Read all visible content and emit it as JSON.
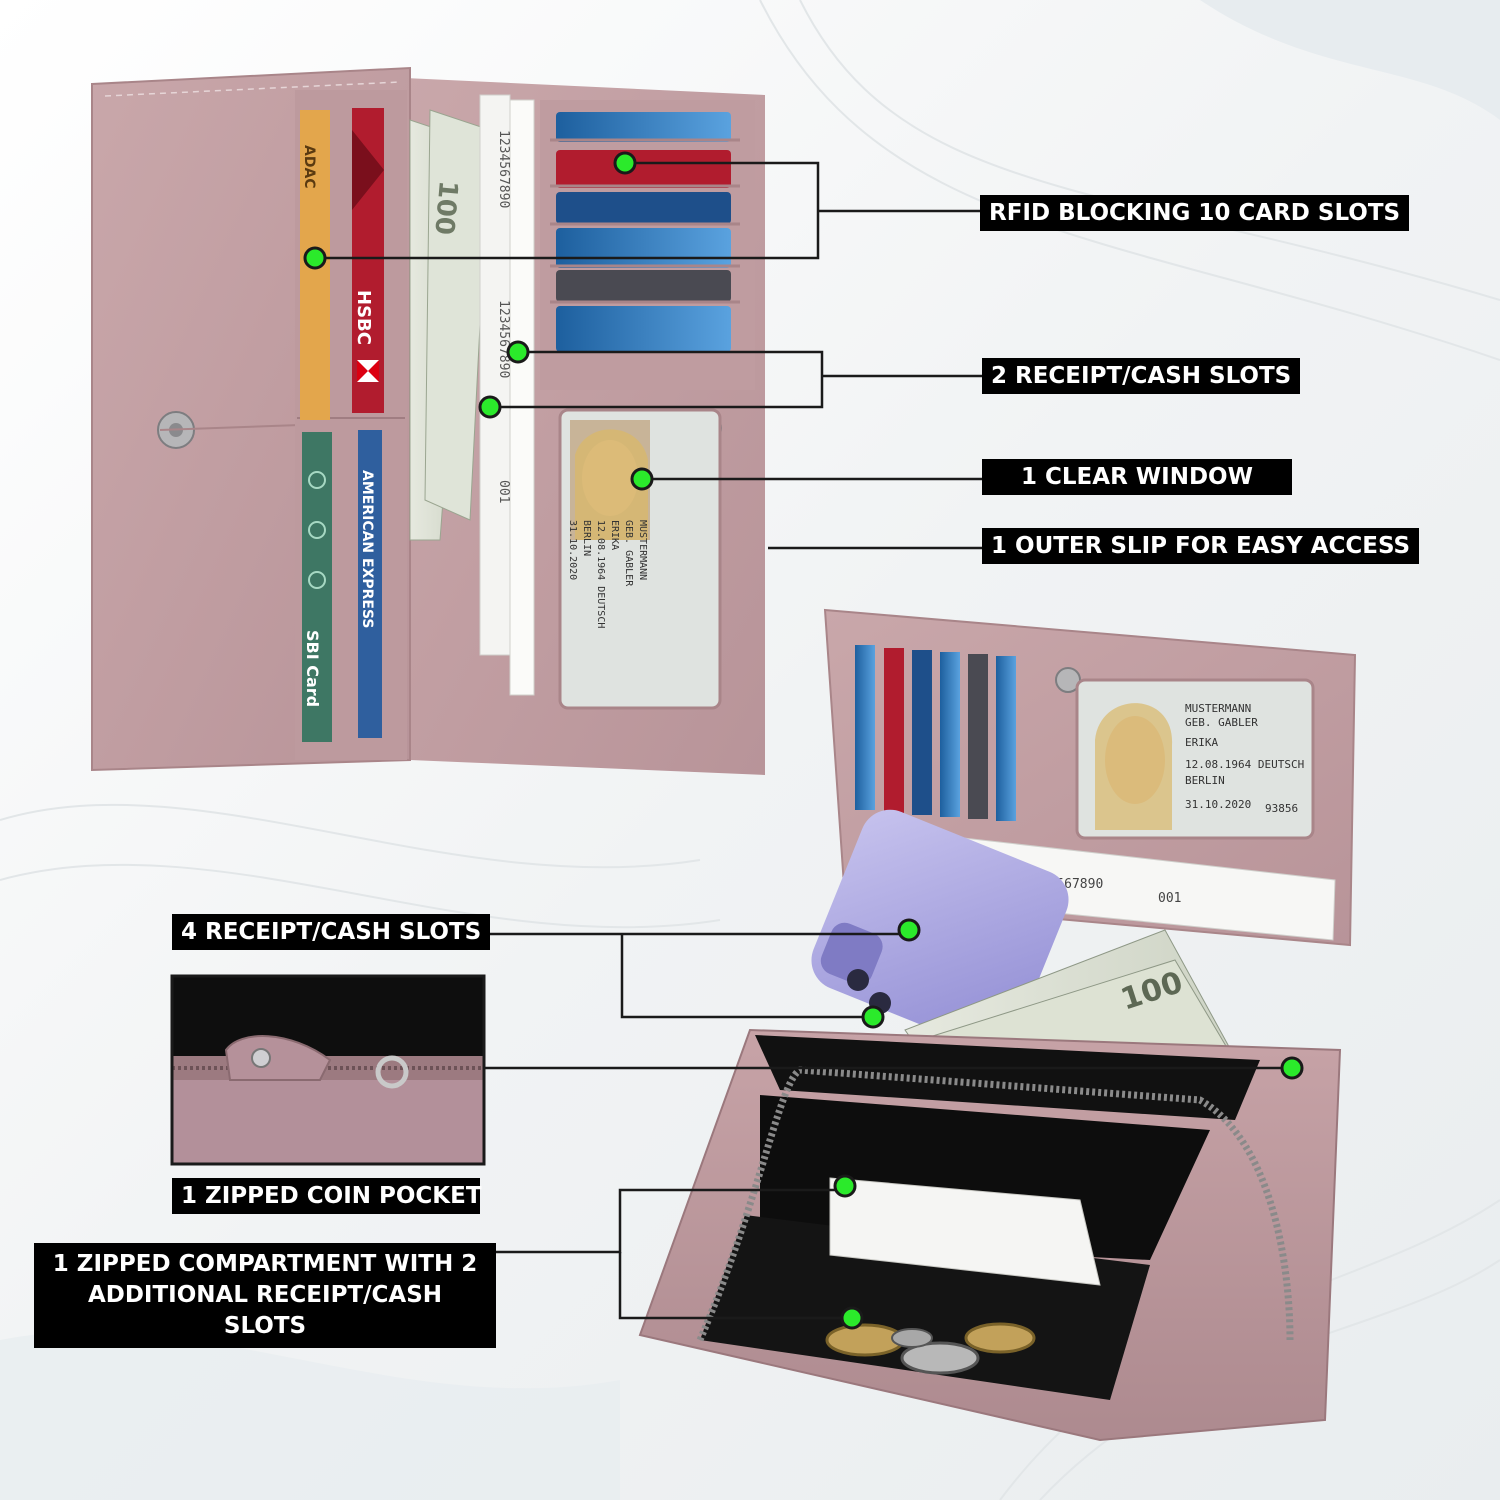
{
  "callouts": {
    "rfid": "RFID BLOCKING 10 CARD SLOTS",
    "receipt2": "2 RECEIPT/CASH SLOTS",
    "window": "1 CLEAR WINDOW",
    "outer": "1 OUTER SLIP FOR EASY ACCESS",
    "receipt4": "4 RECEIPT/CASH SLOTS",
    "coin": "1 ZIPPED COIN POCKET",
    "zipped_line1": "1 ZIPPED COMPARTMENT WITH 2",
    "zipped_line2": "ADDITIONAL RECEIPT/CASH SLOTS"
  },
  "card_prints": {
    "adac": "ADAC",
    "hsbc": "HSBC",
    "amex": "AMERICAN EXPRESS",
    "sbi": "SBI Card",
    "serial": "1234567890",
    "serial_short": "001",
    "hundred": "100"
  },
  "id_card": {
    "surname": "MUSTERMANN",
    "birth_name": "GEB. GABLER",
    "given": "ERIKA",
    "dob_nat": "12.08.1964 DEUTSCH",
    "city": "BERLIN",
    "expiry": "31.10.2020",
    "number": "93856"
  },
  "colors": {
    "leather": "#c4a1a4",
    "leather_dark": "#a8858a",
    "dot": "#2bea2b",
    "label_bg": "#000000",
    "label_text": "#ffffff"
  }
}
